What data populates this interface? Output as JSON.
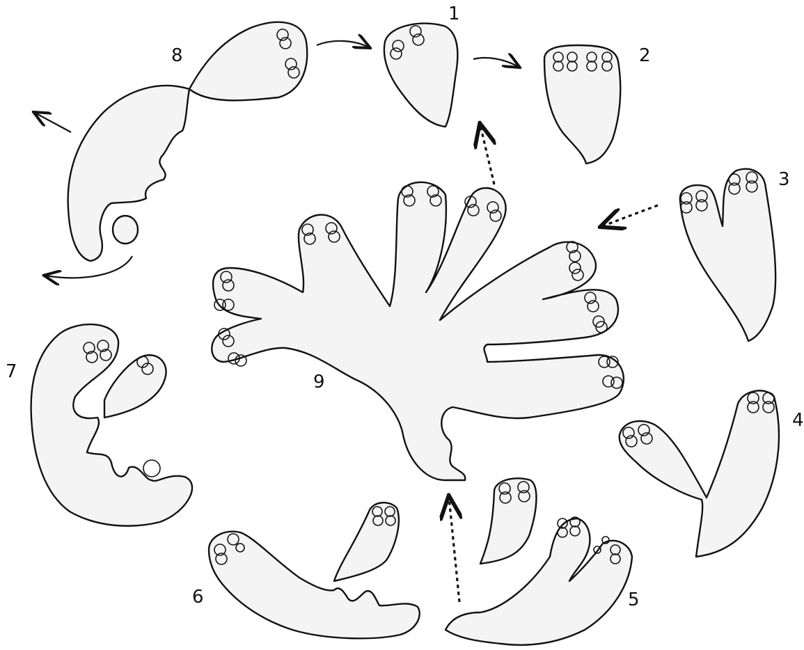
{
  "labels": {
    "stage_1": "1",
    "stage_2": "2",
    "stage_3": "3",
    "stage_4": "4",
    "stage_5": "5",
    "stage_6": "6",
    "stage_7": "7",
    "stage_8": "8",
    "stage_9": "9"
  }
}
